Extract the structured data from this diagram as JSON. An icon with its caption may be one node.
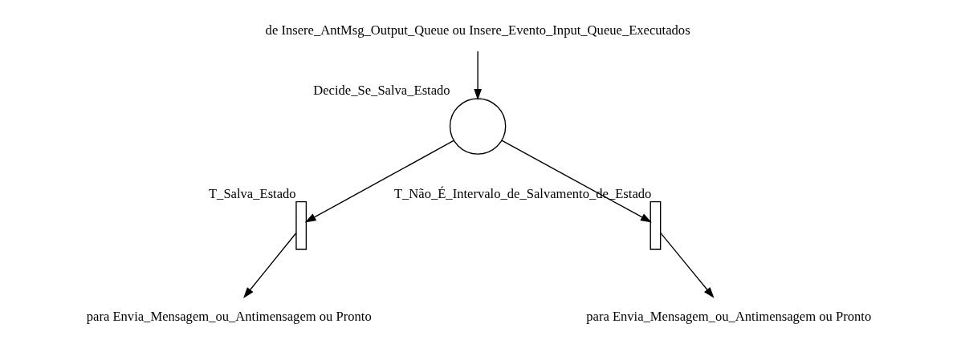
{
  "diagram": {
    "nodes": [
      {
        "text": [
          "de Insere_AntMsg_Output_Queue ou Insere_Evento_Input_Queue_Executados"
        ]
      },
      {
        "text": [],
        "shape": "circle",
        "beside": [
          "Decide_Se_Salva_Estado"
        ]
      },
      {
        "text": [],
        "shape": "bar",
        "beside": [
          "T_Salva_Estado"
        ]
      },
      {
        "text": [],
        "shape": "bar",
        "beside": [
          "T_Não_É_Intervalo_de_Salvamento_de_Estado"
        ]
      },
      {
        "text": [
          "para Envia_Mensagem_ou_Antimensagem ou Pronto"
        ]
      },
      {
        "text": [
          "para Envia_Mensagem_ou_Antimensagem ou Pronto"
        ]
      }
    ],
    "edges": [
      {
        "from": 0,
        "to": 1,
        "arrow": "to"
      },
      {
        "from": 1,
        "to": 2,
        "arrow": "to"
      },
      {
        "from": 1,
        "to": 3,
        "arrow": "to"
      },
      {
        "from": 2,
        "to": 4,
        "arrow": "to"
      },
      {
        "from": 3,
        "to": 5,
        "arrow": "to"
      }
    ]
  }
}
